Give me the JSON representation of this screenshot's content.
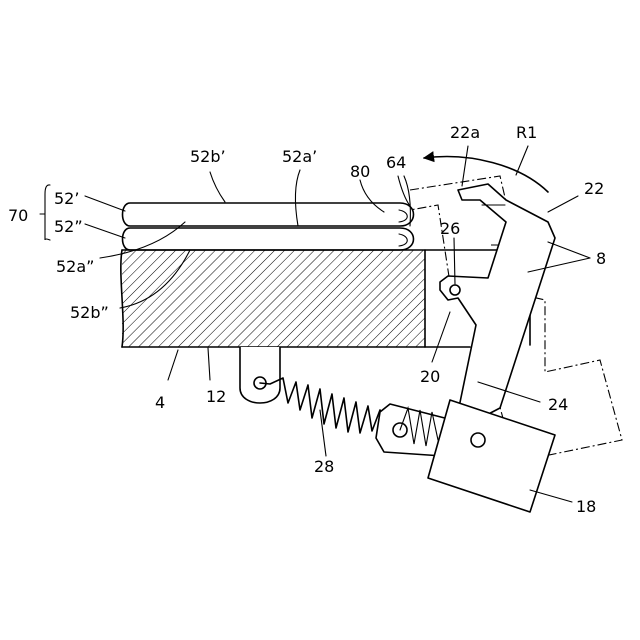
{
  "figure": {
    "labels": {
      "l70": "70",
      "l52p": "52’",
      "l52pp": "52”",
      "l52bp": "52b’",
      "l52ap": "52a’",
      "l80": "80",
      "l64": "64",
      "l22a": "22a",
      "lR1": "R1",
      "l22": "22",
      "l26": "26",
      "l8": "8",
      "l52app": "52a”",
      "l52bpp": "52b”",
      "l20": "20",
      "l4": "4",
      "l12": "12",
      "l24": "24",
      "l28": "28",
      "l18": "18"
    }
  }
}
